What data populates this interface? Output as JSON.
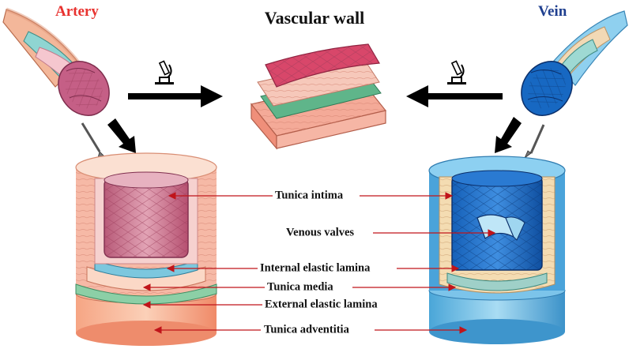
{
  "title": "Vascular wall",
  "artery_title": "Artery",
  "vein_title": "Vein",
  "labels": [
    "Tunica intima",
    "Venous valves",
    "Internal elastic lamina",
    "Tunica media",
    "External elastic lamina",
    "Tunica adventitia"
  ],
  "colors": {
    "artery": "#e8322f",
    "vein": "#1f3f8f",
    "pointer": "#c0141a",
    "arrow": "#000000"
  },
  "icons": {
    "microscope": "microscope-icon",
    "scalpel": "scalpel-icon"
  }
}
